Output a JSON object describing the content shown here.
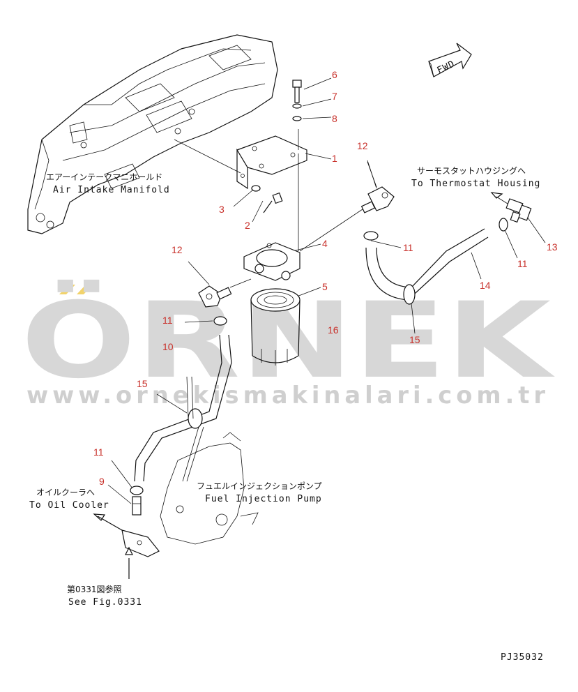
{
  "watermark": {
    "brand": "ÖRNEK",
    "url": "www.ornekismakinalari.com.tr",
    "accent_color": "#f2d36b",
    "text_color": "#d7d7d7"
  },
  "fwd_label": "FWD",
  "labels": {
    "air_intake_jp": "エアーインテークマニホールド",
    "air_intake_en": "Air Intake Manifold",
    "thermostat_jp": "サーモスタットハウジングへ",
    "thermostat_en": "To Thermostat Housing",
    "oil_cooler_jp": "オイルクーラへ",
    "oil_cooler_en": "To Oil Cooler",
    "injection_jp": "フュエルインジェクションポンプ",
    "injection_en": "Fuel Injection Pump",
    "fig_ref_jp": "第0331図参照",
    "fig_ref_en": "See Fig.0331",
    "drawing_code": "PJ35032"
  },
  "part_numbers": {
    "p1": "1",
    "p2": "2",
    "p3": "3",
    "p4": "4",
    "p5": "5",
    "p6": "6",
    "p7": "7",
    "p8": "8",
    "p9": "9",
    "p10": "10",
    "p11a": "11",
    "p11b": "11",
    "p11c": "11",
    "p11d": "11",
    "p12a": "12",
    "p12b": "12",
    "p13": "13",
    "p14": "14",
    "p15a": "15",
    "p15b": "15",
    "p16": "16"
  },
  "colors": {
    "callout": "#c8302a",
    "line": "#111111"
  }
}
